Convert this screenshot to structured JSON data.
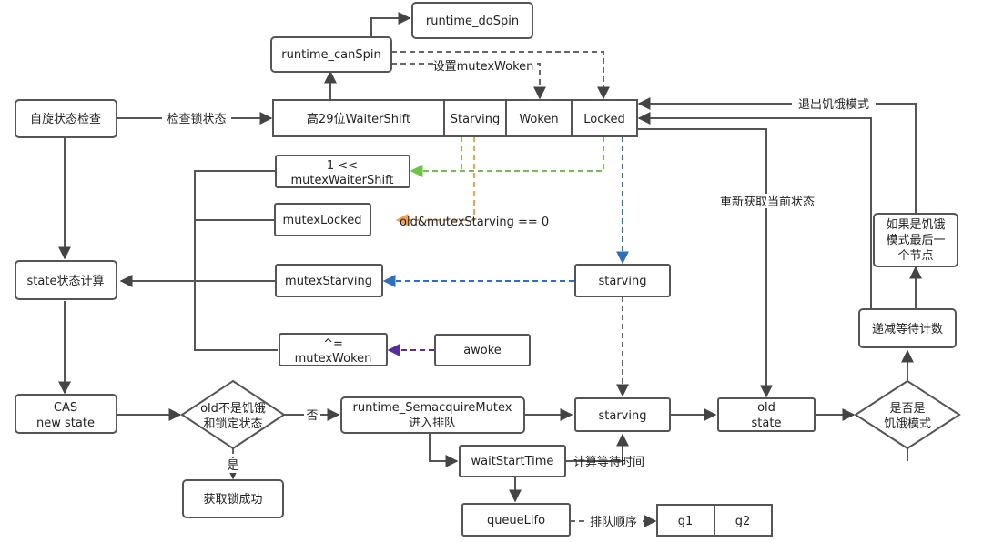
{
  "nodes": {
    "do_spin": "runtime_doSpin",
    "can_spin": "runtime_canSpin",
    "spin_check": "自旋状态检查",
    "waiter_shift": "高29位WaiterShift",
    "starving_flag": "Starving",
    "woken_flag": "Woken",
    "locked_flag": "Locked",
    "waiter_shift_expr_1": "1 <<",
    "waiter_shift_expr_2": "mutexWaiterShift",
    "mutex_locked": "mutexLocked",
    "state_calc": "state状态计算",
    "mutex_starving": "mutexStarving",
    "starving_mid": "starving",
    "xor_1": "^=",
    "xor_2": "mutexWoken",
    "awoke": "awoke",
    "cas_1": "CAS",
    "cas_2": "new state",
    "decision_1a": "old不是饥饿",
    "decision_1b": "和锁定状态",
    "semacquire_1": "runtime_SemacquireMutex",
    "semacquire_2": "进入排队",
    "starving_low": "starving",
    "old_state_1": "old",
    "old_state_2": "state",
    "decision_2a": "是否是",
    "decision_2b": "饥饿模式",
    "acquired": "获取锁成功",
    "wait_start": "waitStartTime",
    "queue_lifo": "queueLifo",
    "g1": "g1",
    "g2": "g2",
    "decrement": "递减等待计数",
    "last_node_1": "如果是饥饿",
    "last_node_2": "模式最后一",
    "last_node_3": "个节点"
  },
  "edge_labels": {
    "check_lock": "检查锁状态",
    "set_woken": "设置mutexWoken",
    "starving_cond": "old&mutexStarving == 0",
    "refresh_state": "重新获取当前状态",
    "exit_starving": "退出饥饿模式",
    "no": "否",
    "yes": "是",
    "calc_wait": "计算等待时间",
    "queue_order": "排队顺序"
  },
  "colors": {
    "border": "#555555",
    "green": "#6cc644",
    "orange": "#f0a050",
    "blue": "#2f6fc0",
    "purple": "#5a2aa0",
    "gray_dash": "#666666"
  }
}
